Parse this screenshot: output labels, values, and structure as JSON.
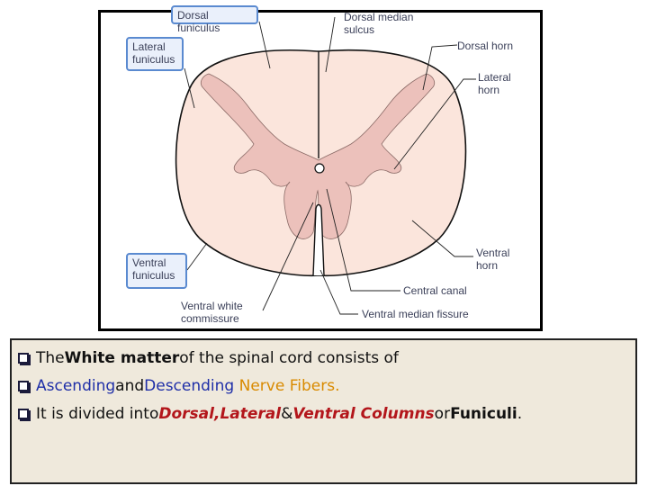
{
  "diagram": {
    "labels": {
      "dorsal_funiculus": "Dorsal funiculus",
      "dorsal_median_sulcus": "Dorsal median\nsulcus",
      "dorsal_horn": "Dorsal horn",
      "lateral_funiculus": "Lateral\nfuniculus",
      "lateral_horn": "Lateral\nhorn",
      "ventral_horn": "Ventral\nhorn",
      "ventral_funiculus": "Ventral\nfuniculus",
      "central_canal": "Central canal",
      "ventral_white_commissure": "Ventral white\ncommissure",
      "ventral_median_fissure": "Ventral median fissure"
    },
    "colors": {
      "white_matter": "#fbe5dc",
      "gray_matter": "#ecc1bb",
      "outline": "#111111",
      "label_box_border": "#5a8ad0",
      "label_box_fill": "#eaf0fb"
    }
  },
  "text": {
    "line1": {
      "bullet": "q",
      "pre": "The ",
      "bold": "White matter",
      "post": " of the spinal cord consists of"
    },
    "line2": {
      "bullet": "q",
      "ascending": "Ascending",
      "and": " and ",
      "descending": "Descending",
      "nerve_fibers": "Nerve Fibers."
    },
    "line3": {
      "bullet": "q",
      "pre": "It is divided into ",
      "dorsal": "Dorsal, ",
      "lateral": "Lateral",
      "amp": " & ",
      "ventral_columns": "Ventral Columns",
      "or": " or ",
      "funiculi": "Funiculi",
      "end": "."
    },
    "colors": {
      "blue": "#1f2fa8",
      "orange": "#d98a00",
      "red": "#b3161b",
      "panel": "#efe9dc"
    }
  }
}
